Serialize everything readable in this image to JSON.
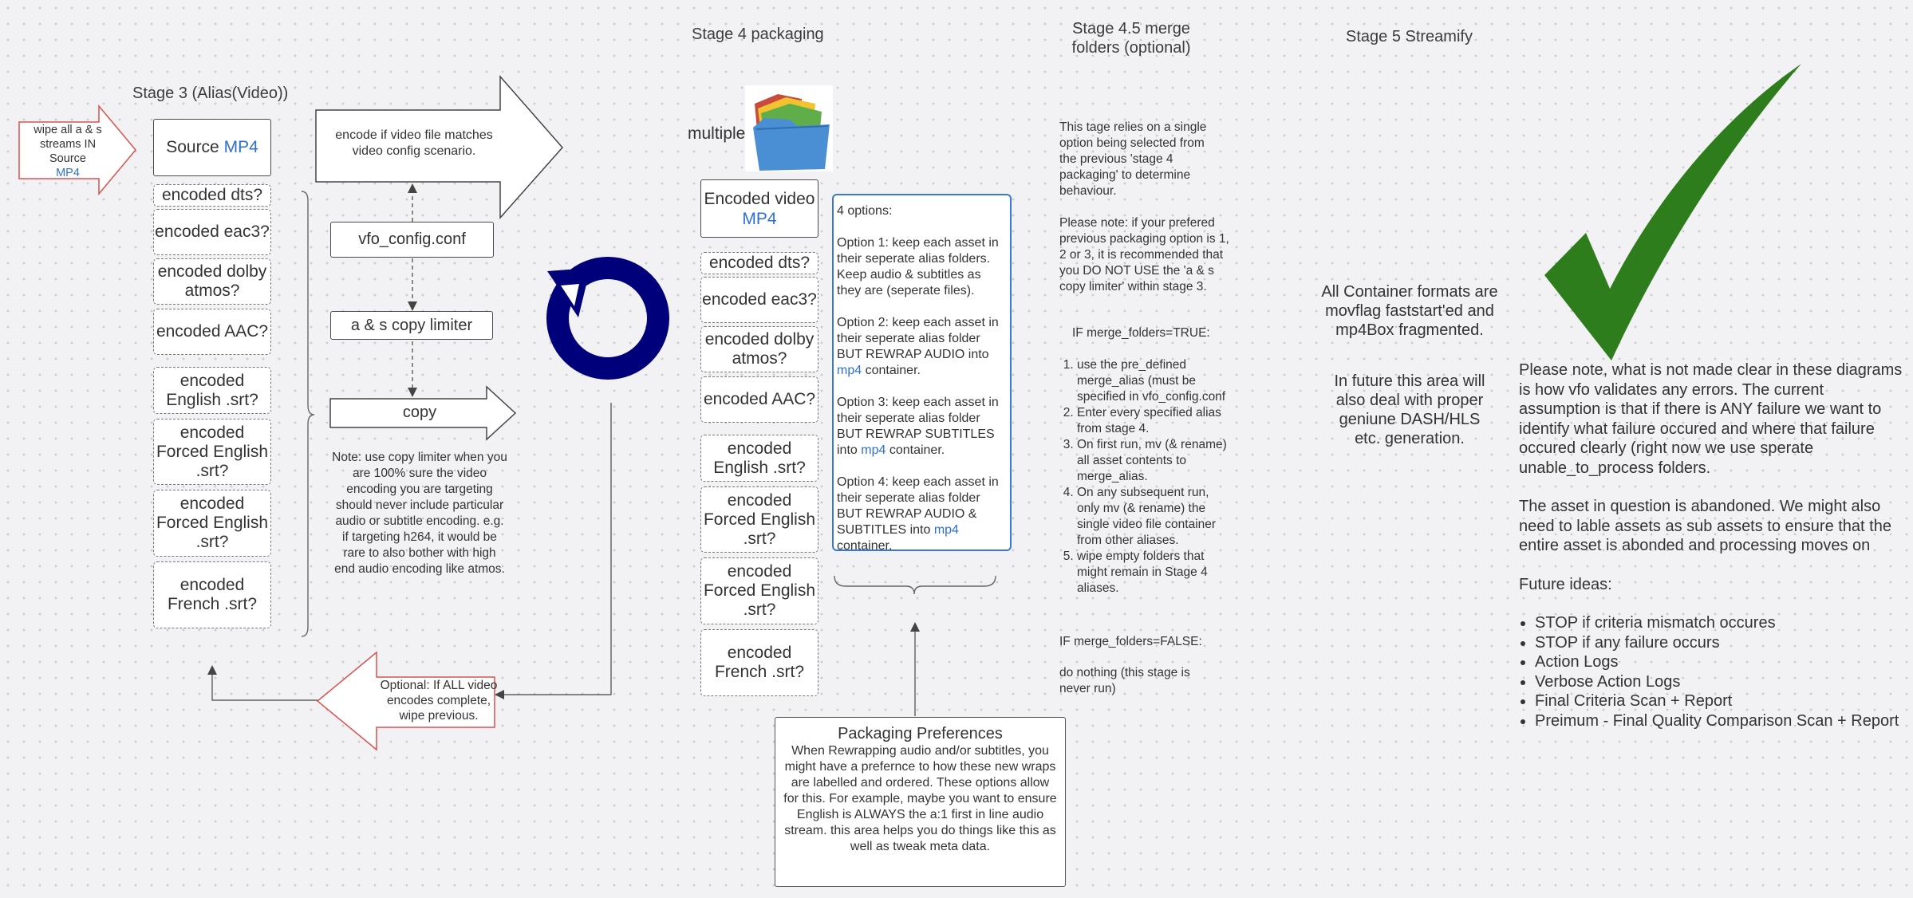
{
  "stage3": {
    "title": "Stage 3 (Alias(Video))",
    "wipe_arrow": {
      "line1": "wipe all a & s",
      "line2": "streams IN Source",
      "line3": "MP4"
    },
    "source_box": {
      "prefix": "Source",
      "suffix": "MP4"
    },
    "encoded": [
      "encoded dts?",
      "encoded eac3?",
      "encoded dolby atmos?",
      "encoded AAC?",
      "encoded English .srt?",
      "encoded Forced English .srt?",
      "encoded Forced English .srt?",
      "encoded French .srt?"
    ],
    "encode_arrow": "encode if video file matches video config scenario.",
    "vfo_config": "vfo_config.conf",
    "limiter": "a & s copy limiter",
    "copy": "copy",
    "note": "Note: use copy limiter when you are 100% sure the video encoding you are targeting should never include particular audio or subtitle encoding.  e.g. if targeting h264, it would be rare to also bother with high end audio encoding like atmos.",
    "optional_arrow": "Optional: If ALL video encodes complete, wipe previous."
  },
  "stage4": {
    "title": "Stage 4 packaging",
    "multiple": "multiple",
    "video_box": {
      "line1": "Encoded video",
      "line2": "MP4"
    },
    "encoded": [
      "encoded dts?",
      "encoded eac3?",
      "encoded dolby atmos?",
      "encoded AAC?",
      "encoded English .srt?",
      "encoded Forced English .srt?",
      "encoded Forced English .srt?",
      "encoded French .srt?"
    ],
    "options": {
      "intro": "4 options:",
      "opt1": "Option 1: keep each asset in their seperate alias folders.  Keep audio & subtitles as they are (seperate files).",
      "opt2_a": "Option 2: keep each asset in their seperate alias folder BUT REWRAP AUDIO into",
      "opt2_b": "mp4",
      "opt2_c": "container.",
      "opt3_a": "Option 3: keep each asset in their seperate alias folder BUT REWRAP SUBTITLES into",
      "opt3_b": "mp4",
      "opt3_c": "container.",
      "opt4_a": "Option 4: keep each asset in their seperate alias folder BUT REWRAP AUDIO & SUBTITLES into",
      "opt4_b": "mp4",
      "opt4_c": "container."
    },
    "prefs": {
      "title": "Packaging Preferences",
      "body": "When Rewrapping audio and/or subtitles, you might have a prefernce to how these new wraps are labelled and ordered.  These options allow for this.  For example, maybe you want to ensure English is ALWAYS the a:1 first in line audio stream.  this area helps you do things like this as well as tweak meta data."
    }
  },
  "stage45": {
    "title_line1": "Stage 4.5 merge",
    "title_line2": "folders (optional)",
    "intro": "This tage relies on a single option being selected from the previous 'stage 4 packaging' to determine behaviour.",
    "note": "Please note: if your prefered previous packaging option is 1, 2 or 3, it is recommended that you DO NOT USE the 'a & s copy limiter' within stage 3.",
    "if_true": "IF merge_folders=TRUE:",
    "steps": [
      "use the pre_defined merge_alias (must be specified in vfo_config.conf",
      "Enter every specified alias from stage 4.",
      "On first run, mv (& rename) all asset contents to merge_alias.",
      "On any subsequent run, only mv (& rename) the single video file container from other aliases.",
      "wipe empty folders that might remain in Stage 4 aliases."
    ],
    "if_false": "IF merge_folders=FALSE:",
    "do_nothing": "do nothing (this stage is never run)"
  },
  "stage5": {
    "title": "Stage 5 Streamify",
    "containers": "All Container formats are movflag faststart'ed and mp4Box fragmented.",
    "future_area": "In future this area will also deal with proper geniune DASH/HLS etc. generation.",
    "note_p1": "Please note, what is not made clear in these diagrams is how vfo validates any errors.  The current assumption is that if there is ANY failure we want to identify what failure occured and where that failure occured clearly (right now we use sperate unable_to_process folders.",
    "note_p2": "The asset in question is abandoned.  We might also need to lable assets as sub assets to ensure that the entire asset is abonded and processing moves on",
    "future_title": "Future ideas:",
    "future_list": [
      "STOP if criteria mismatch occures",
      "STOP if any failure occurs",
      "Action Logs",
      "Verbose Action Logs",
      "Final Criteria Scan + Report",
      "Preimum - Final Quality Comparison Scan + Report"
    ]
  },
  "colors": {
    "blue_text": "#2f6fd0",
    "refresh_icon": "#00007a",
    "checkmark": "#2e7d1c",
    "options_border": "#3a78d8",
    "red_arrow": "#d9534f"
  }
}
